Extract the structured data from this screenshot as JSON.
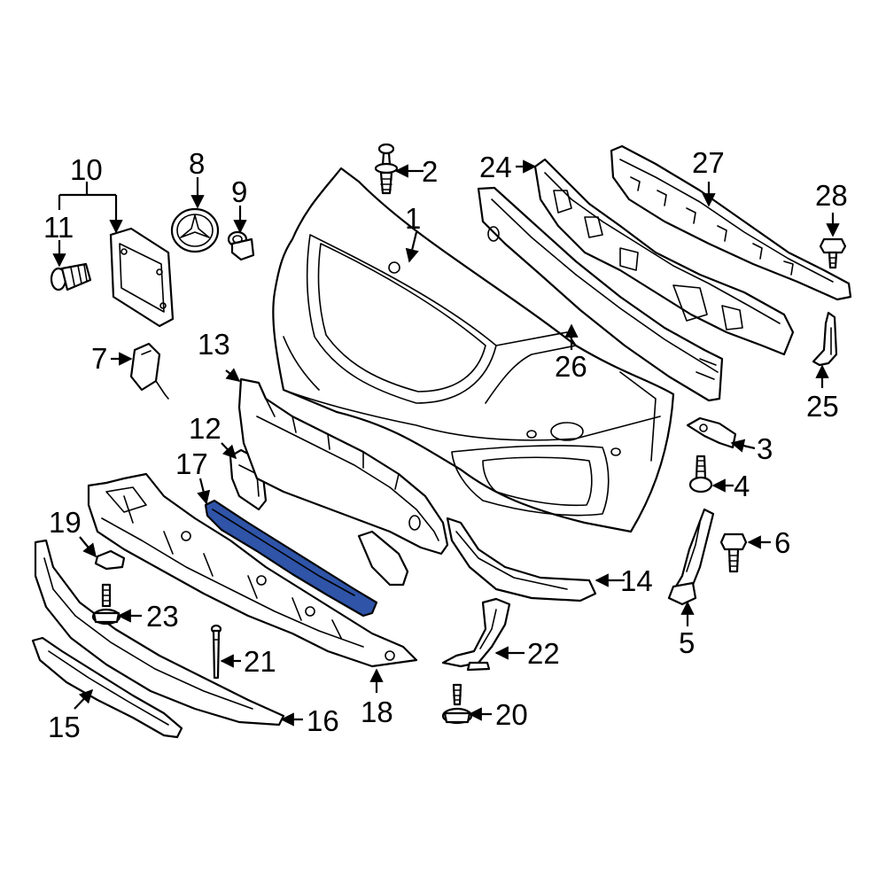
{
  "diagram": {
    "highlight_color": "#2f54a8",
    "callouts": [
      {
        "id": "1",
        "label": "1"
      },
      {
        "id": "2",
        "label": "2"
      },
      {
        "id": "3",
        "label": "3"
      },
      {
        "id": "4",
        "label": "4"
      },
      {
        "id": "5",
        "label": "5"
      },
      {
        "id": "6",
        "label": "6"
      },
      {
        "id": "7",
        "label": "7"
      },
      {
        "id": "8",
        "label": "8"
      },
      {
        "id": "9",
        "label": "9"
      },
      {
        "id": "10",
        "label": "10"
      },
      {
        "id": "11",
        "label": "11"
      },
      {
        "id": "12",
        "label": "12"
      },
      {
        "id": "13",
        "label": "13"
      },
      {
        "id": "14",
        "label": "14"
      },
      {
        "id": "15",
        "label": "15"
      },
      {
        "id": "16",
        "label": "16"
      },
      {
        "id": "17",
        "label": "17"
      },
      {
        "id": "18",
        "label": "18"
      },
      {
        "id": "19",
        "label": "19"
      },
      {
        "id": "20",
        "label": "20"
      },
      {
        "id": "21",
        "label": "21"
      },
      {
        "id": "22",
        "label": "22"
      },
      {
        "id": "23",
        "label": "23"
      },
      {
        "id": "24",
        "label": "24"
      },
      {
        "id": "25",
        "label": "25"
      },
      {
        "id": "26",
        "label": "26"
      },
      {
        "id": "27",
        "label": "27"
      },
      {
        "id": "28",
        "label": "28"
      }
    ]
  }
}
